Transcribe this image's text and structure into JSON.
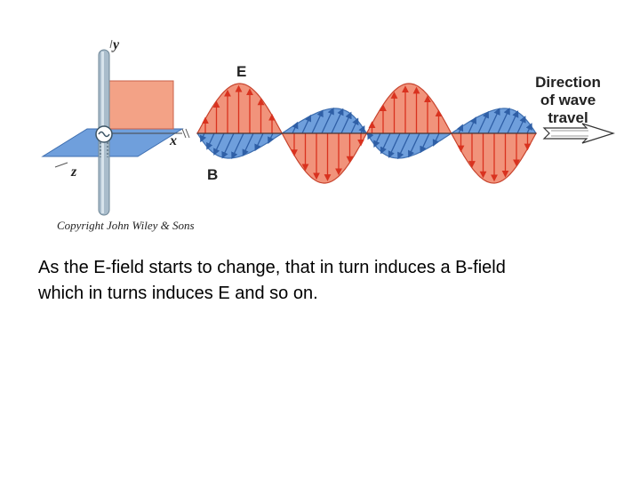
{
  "diagram": {
    "labels": {
      "y_axis": "y",
      "x_axis": "x",
      "z_axis": "z",
      "electric_field": "E",
      "magnetic_field": "B",
      "direction_line1": "Direction",
      "direction_line2": "of wave",
      "direction_line3": "travel"
    },
    "copyright": "Copyright John Wiley & Sons",
    "colors": {
      "e_field": "#f08a70",
      "e_arrow": "#d9321f",
      "b_field": "#6f9fdc",
      "b_arrow": "#2f5fa6",
      "antenna": "#9fb6c8"
    },
    "icons": [
      "ac-source-icon",
      "direction-arrow-icon"
    ]
  },
  "caption": {
    "line1": "As the E-field starts to change, that in turn induces a B-field",
    "line2": "which in turns induces E and so on."
  }
}
